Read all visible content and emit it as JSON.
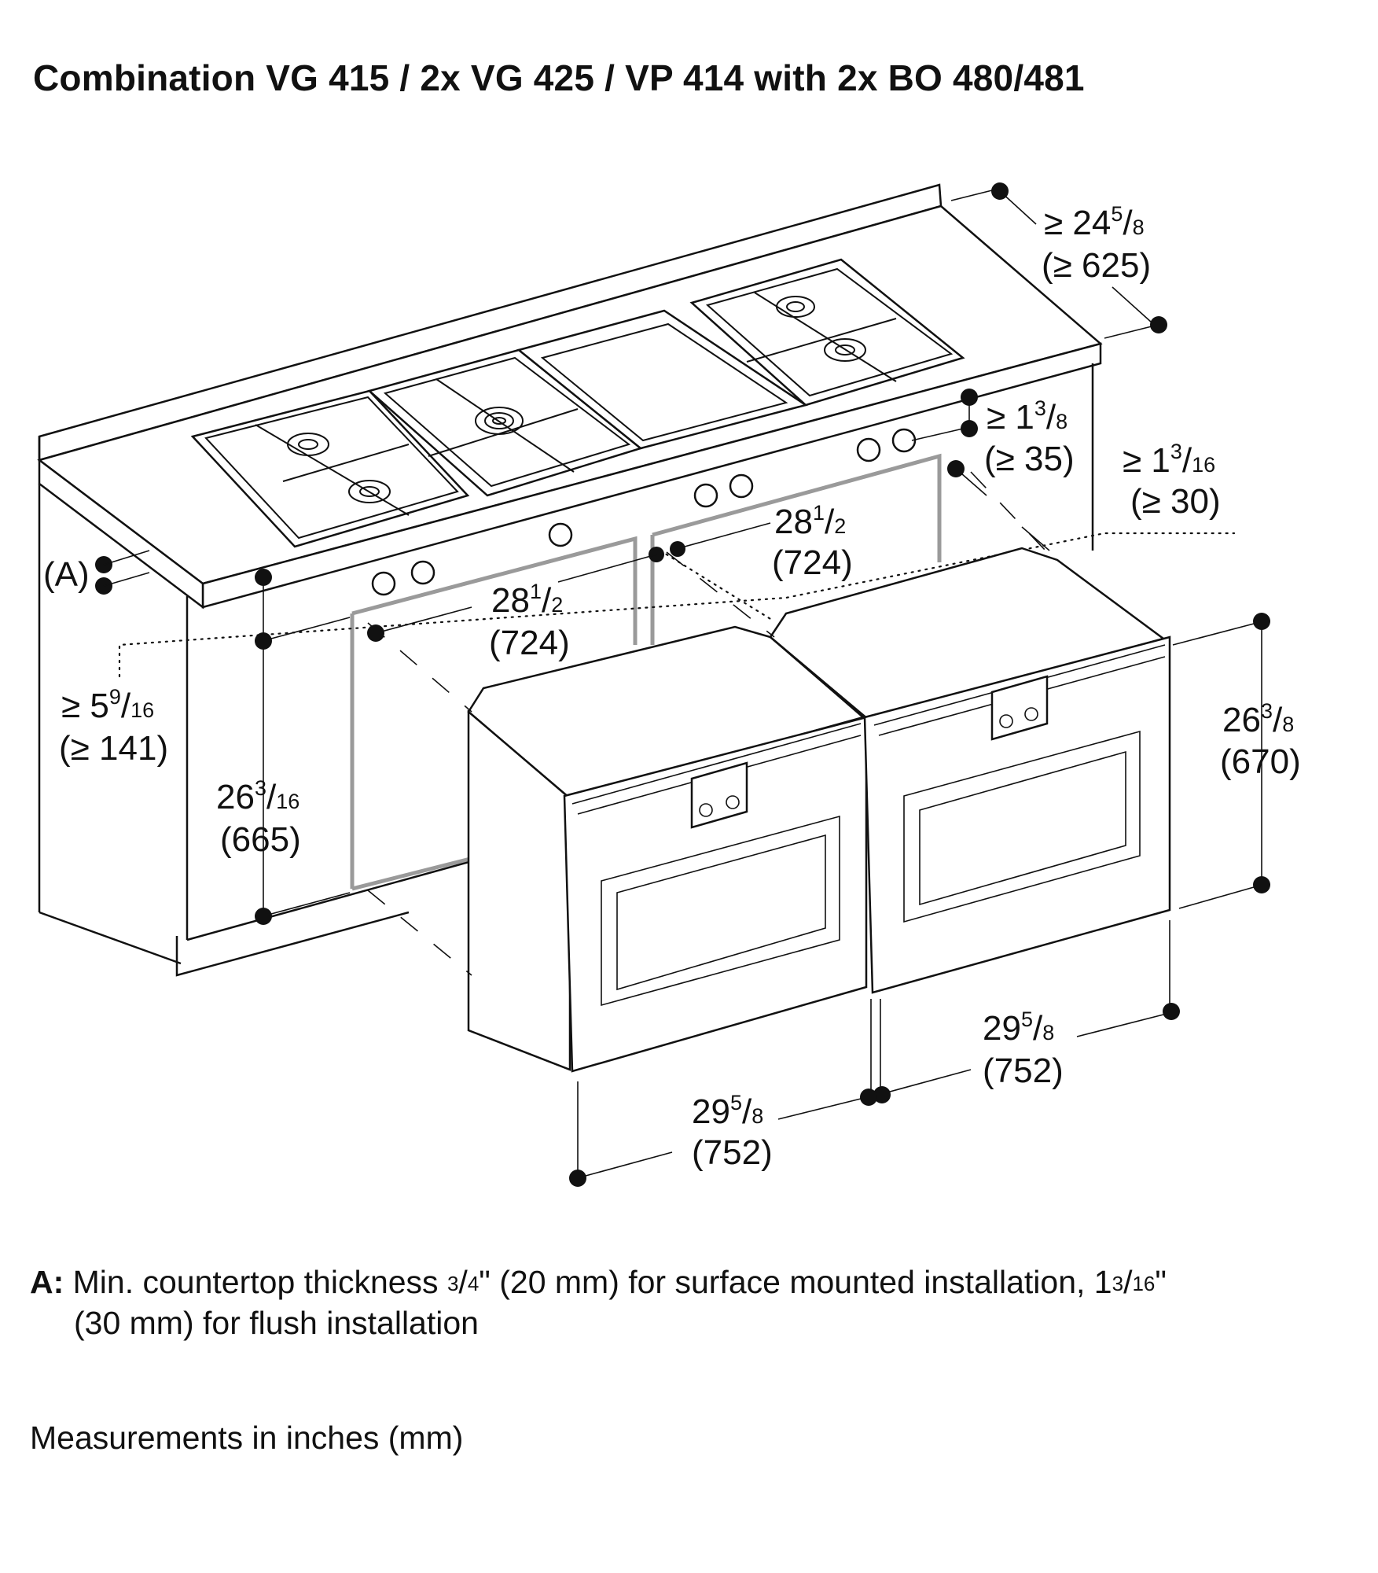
{
  "title": "Combination VG 415 / 2x VG 425 / VP 414 with 2x BO 480/481",
  "labels": {
    "A": "(A)"
  },
  "dimensions": {
    "depth_in_geq": "≥ 24",
    "depth_in_num": "5",
    "depth_in_den": "8",
    "depth_mm": "(≥ 625)",
    "rear_in_geq": "≥ 1",
    "rear_in_num": "3",
    "rear_in_den": "8",
    "rear_mm": "(≥ 35)",
    "gap_in_geq": "≥ 1",
    "gap_in_num": "3",
    "gap_in_den": "16",
    "gap_mm": "(≥ 30)",
    "cut_right_in": "28",
    "cut_right_num": "1",
    "cut_right_den": "2",
    "cut_right_mm": "(724)",
    "cut_left_in": "28",
    "cut_left_num": "1",
    "cut_left_den": "2",
    "cut_left_mm": "(724)",
    "below_in_geq": "≥ 5",
    "below_in_num": "9",
    "below_in_den": "16",
    "below_mm": "(≥ 141)",
    "cut_h_in": "26",
    "cut_h_num": "3",
    "cut_h_den": "16",
    "cut_h_mm": "(665)",
    "oven_h_in": "26",
    "oven_h_num": "3",
    "oven_h_den": "8",
    "oven_h_mm": "(670)",
    "oven_w_right_in": "29",
    "oven_w_right_num": "5",
    "oven_w_right_den": "8",
    "oven_w_right_mm": "(752)",
    "oven_w_left_in": "29",
    "oven_w_left_num": "5",
    "oven_w_left_den": "8",
    "oven_w_left_mm": "(752)"
  },
  "note": {
    "label": "A:",
    "text_1": " Min. countertop thickness ",
    "frac_1_num": "3",
    "frac_1_den": "4",
    "text_2": "\" (20 mm) for surface mounted installation, 1",
    "frac_2_num": "3",
    "frac_2_den": "16",
    "text_3": "\"",
    "text_4": "(30 mm) for flush installation"
  },
  "units_note": "Measurements in inches (mm)"
}
